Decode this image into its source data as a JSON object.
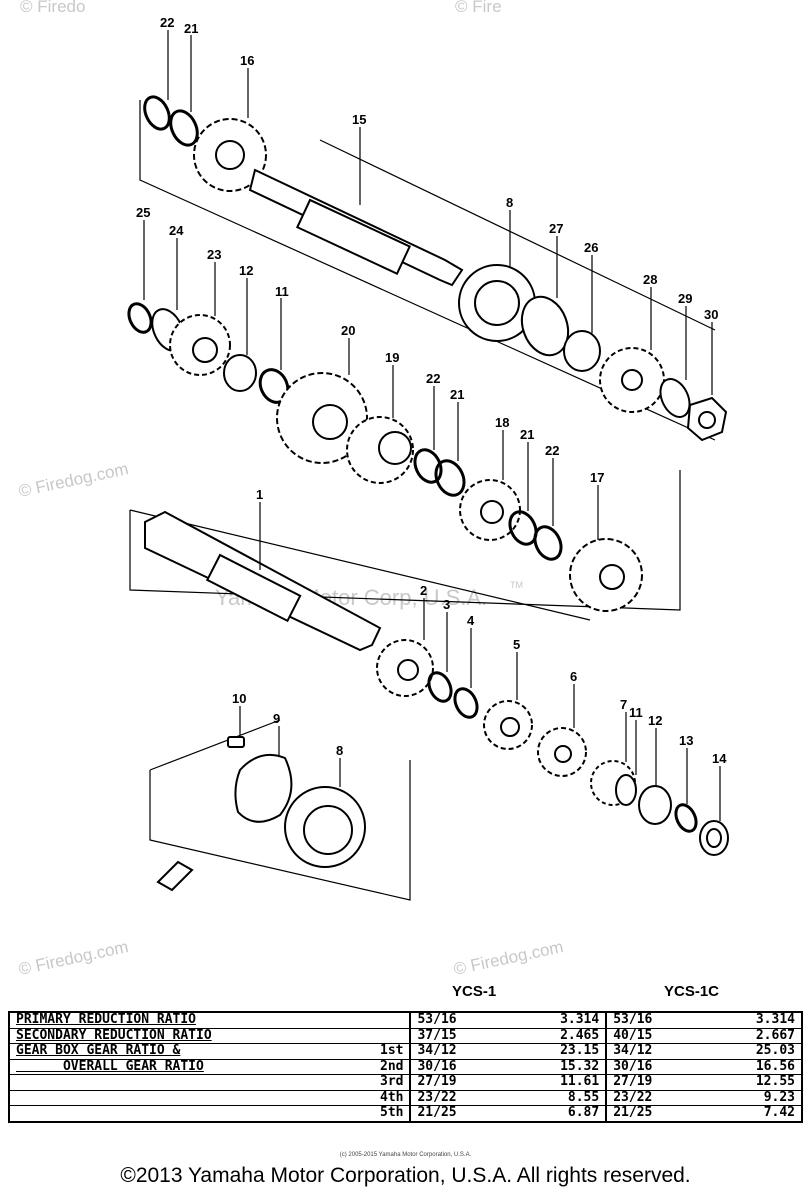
{
  "watermarks": {
    "firedog_left": "© Firedog.com",
    "firedog_bottom_left": "© Firedog.com",
    "firedog_bottom_right": "© Firedog.com",
    "firedog_top_left": "© Firedo",
    "firedog_top_right": "© Fire",
    "yamaha": "Yamaha Motor Corp, U.S.A.",
    "tm": "TM"
  },
  "callouts": [
    "22",
    "21",
    "16",
    "15",
    "8",
    "27",
    "26",
    "28",
    "29",
    "30",
    "25",
    "24",
    "23",
    "12",
    "11",
    "20",
    "19",
    "22",
    "21",
    "18",
    "21",
    "22",
    "17",
    "1",
    "2",
    "3",
    "4",
    "5",
    "6",
    "7",
    "11",
    "12",
    "13",
    "14",
    "10",
    "9",
    "8"
  ],
  "models": {
    "left": "YCS-1",
    "right": "YCS-1C"
  },
  "table": {
    "rows": [
      {
        "label": "PRIMARY REDUCTION RATIO",
        "gear": "",
        "a_frac": "53/16",
        "a_val": "3.314",
        "b_frac": "53/16",
        "b_val": "3.314"
      },
      {
        "label": "SECONDARY REDUCTION RATIO",
        "gear": "",
        "a_frac": "37/15",
        "a_val": "2.465",
        "b_frac": "40/15",
        "b_val": "2.667"
      },
      {
        "label": "GEAR BOX GEAR RATIO &",
        "gear": "1st",
        "a_frac": "34/12",
        "a_val": "23.15",
        "b_frac": "34/12",
        "b_val": "25.03"
      },
      {
        "label": "      OVERALL GEAR RATIO",
        "gear": "2nd",
        "a_frac": "30/16",
        "a_val": "15.32",
        "b_frac": "30/16",
        "b_val": "16.56"
      },
      {
        "label": "",
        "gear": "3rd",
        "a_frac": "27/19",
        "a_val": "11.61",
        "b_frac": "27/19",
        "b_val": "12.55"
      },
      {
        "label": "",
        "gear": "4th",
        "a_frac": "23/22",
        "a_val": "8.55",
        "b_frac": "23/22",
        "b_val": "9.23"
      },
      {
        "label": "",
        "gear": "5th",
        "a_frac": "21/25",
        "a_val": "6.87",
        "b_frac": "21/25",
        "b_val": "7.42"
      }
    ]
  },
  "small_copyright": "(c) 2005-2015 Yamaha Motor Corporation, U.S.A.",
  "copyright": "©2013 Yamaha Motor Corporation, U.S.A. All rights reserved."
}
